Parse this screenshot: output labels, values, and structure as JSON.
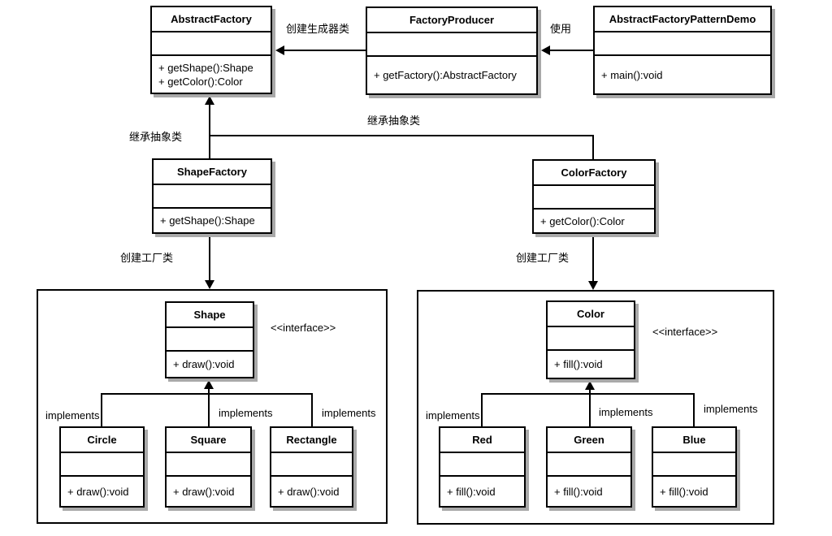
{
  "diagram": {
    "title": "AbstractFactory UML class diagram",
    "colors": {
      "line": "#000000",
      "shadow": "#a9a9a9",
      "background": "#ffffff",
      "text": "#000000"
    }
  },
  "classes": {
    "abstract_factory": {
      "title": "AbstractFactory",
      "methods": [
        "+ getShape():Shape",
        "+ getColor():Color"
      ]
    },
    "factory_producer": {
      "title": "FactoryProducer",
      "methods": [
        "+ getFactory():AbstractFactory"
      ]
    },
    "demo": {
      "title": "AbstractFactoryPatternDemo",
      "methods": [
        "+ main():void"
      ]
    },
    "shape_factory": {
      "title": "ShapeFactory",
      "methods": [
        "+ getShape():Shape"
      ]
    },
    "color_factory": {
      "title": "ColorFactory",
      "methods": [
        "+ getColor():Color"
      ]
    },
    "shape": {
      "title": "Shape",
      "stereotype": "<<interface>>",
      "methods": [
        "+ draw():void"
      ]
    },
    "circle": {
      "title": "Circle",
      "methods": [
        "+ draw():void"
      ]
    },
    "square": {
      "title": "Square",
      "methods": [
        "+ draw():void"
      ]
    },
    "rectangle": {
      "title": "Rectangle",
      "methods": [
        "+ draw():void"
      ]
    },
    "color": {
      "title": "Color",
      "stereotype": "<<interface>>",
      "methods": [
        "+ fill():void"
      ]
    },
    "red": {
      "title": "Red",
      "methods": [
        "+ fill():void"
      ]
    },
    "green": {
      "title": "Green",
      "methods": [
        "+ fill():void"
      ]
    },
    "blue": {
      "title": "Blue",
      "methods": [
        "+ fill():void"
      ]
    }
  },
  "edges": {
    "producer_to_abstract_label": "创建生成器类",
    "demo_to_producer_label": "使用",
    "shape_factory_extends_label": "继承抽象类",
    "color_factory_extends_label": "继承抽象类",
    "shape_factory_creates_label": "创建工厂类",
    "color_factory_creates_label": "创建工厂类",
    "implements_label": "implements"
  }
}
